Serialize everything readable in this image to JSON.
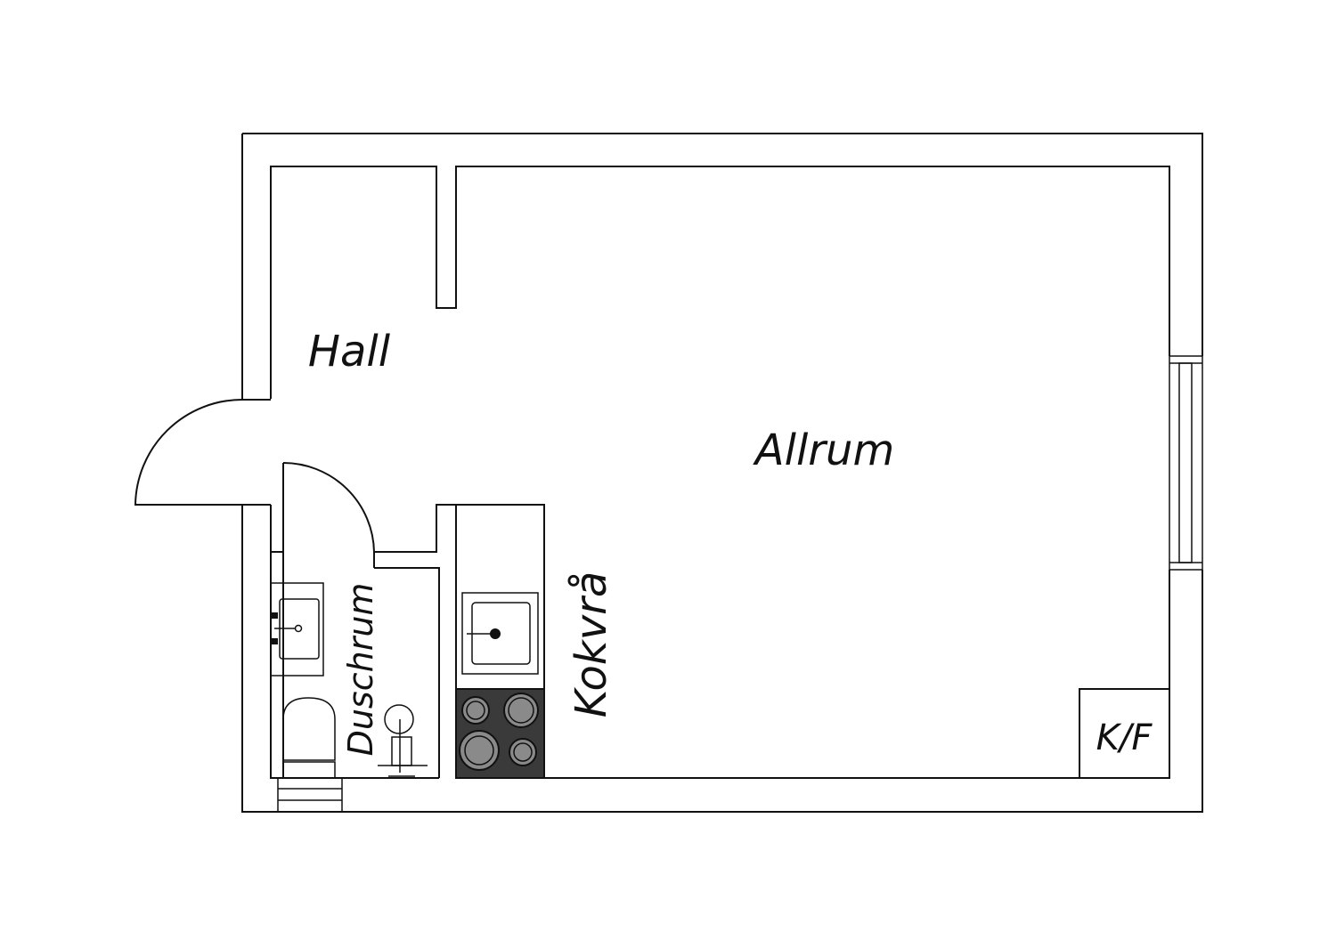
{
  "plan": {
    "rooms": {
      "hall": "Hall",
      "allrum": "Allrum",
      "duschrum": "Duschrum",
      "kokvra": "Kokvrå"
    },
    "fixtures": {
      "fridge_freezer": "K/F"
    },
    "colors": {
      "line": "#111111",
      "background": "#ffffff",
      "stove": "#3a3a3a",
      "burner": "#8a8a8a"
    }
  }
}
